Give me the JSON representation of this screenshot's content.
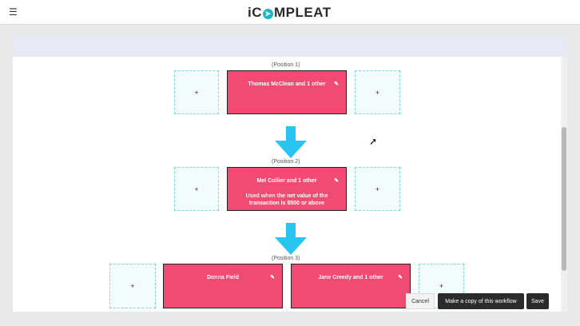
{
  "header": {
    "menu_icon": "hamburger-icon",
    "logo_prefix": "iC",
    "logo_o": "➤",
    "logo_suffix": "MPLEAT"
  },
  "positions": [
    {
      "label": "(Position 1)",
      "cards": [
        {
          "title": "Thomas McClean and 1 other",
          "description": ""
        }
      ],
      "add_label": "+"
    },
    {
      "label": "(Position 2)",
      "cards": [
        {
          "title": "Mel Collier and 1 other",
          "description": "Used when the net value of the transaction is $500 or above"
        }
      ],
      "add_label": "+"
    },
    {
      "label": "(Position 3)",
      "cards": [
        {
          "title": "Donna Field",
          "description": ""
        },
        {
          "title": "Jane Creedy and 1 other",
          "description": ""
        }
      ],
      "add_label": "+"
    }
  ],
  "footer": {
    "cancel_label": "Cancel",
    "copy_label": "Make a copy of this workflow",
    "save_label": "Save"
  },
  "colors": {
    "card": "#f14a73",
    "arrow": "#29c4ef",
    "slot_border": "#7fd8e0",
    "button_dark": "#2b2b2b"
  }
}
